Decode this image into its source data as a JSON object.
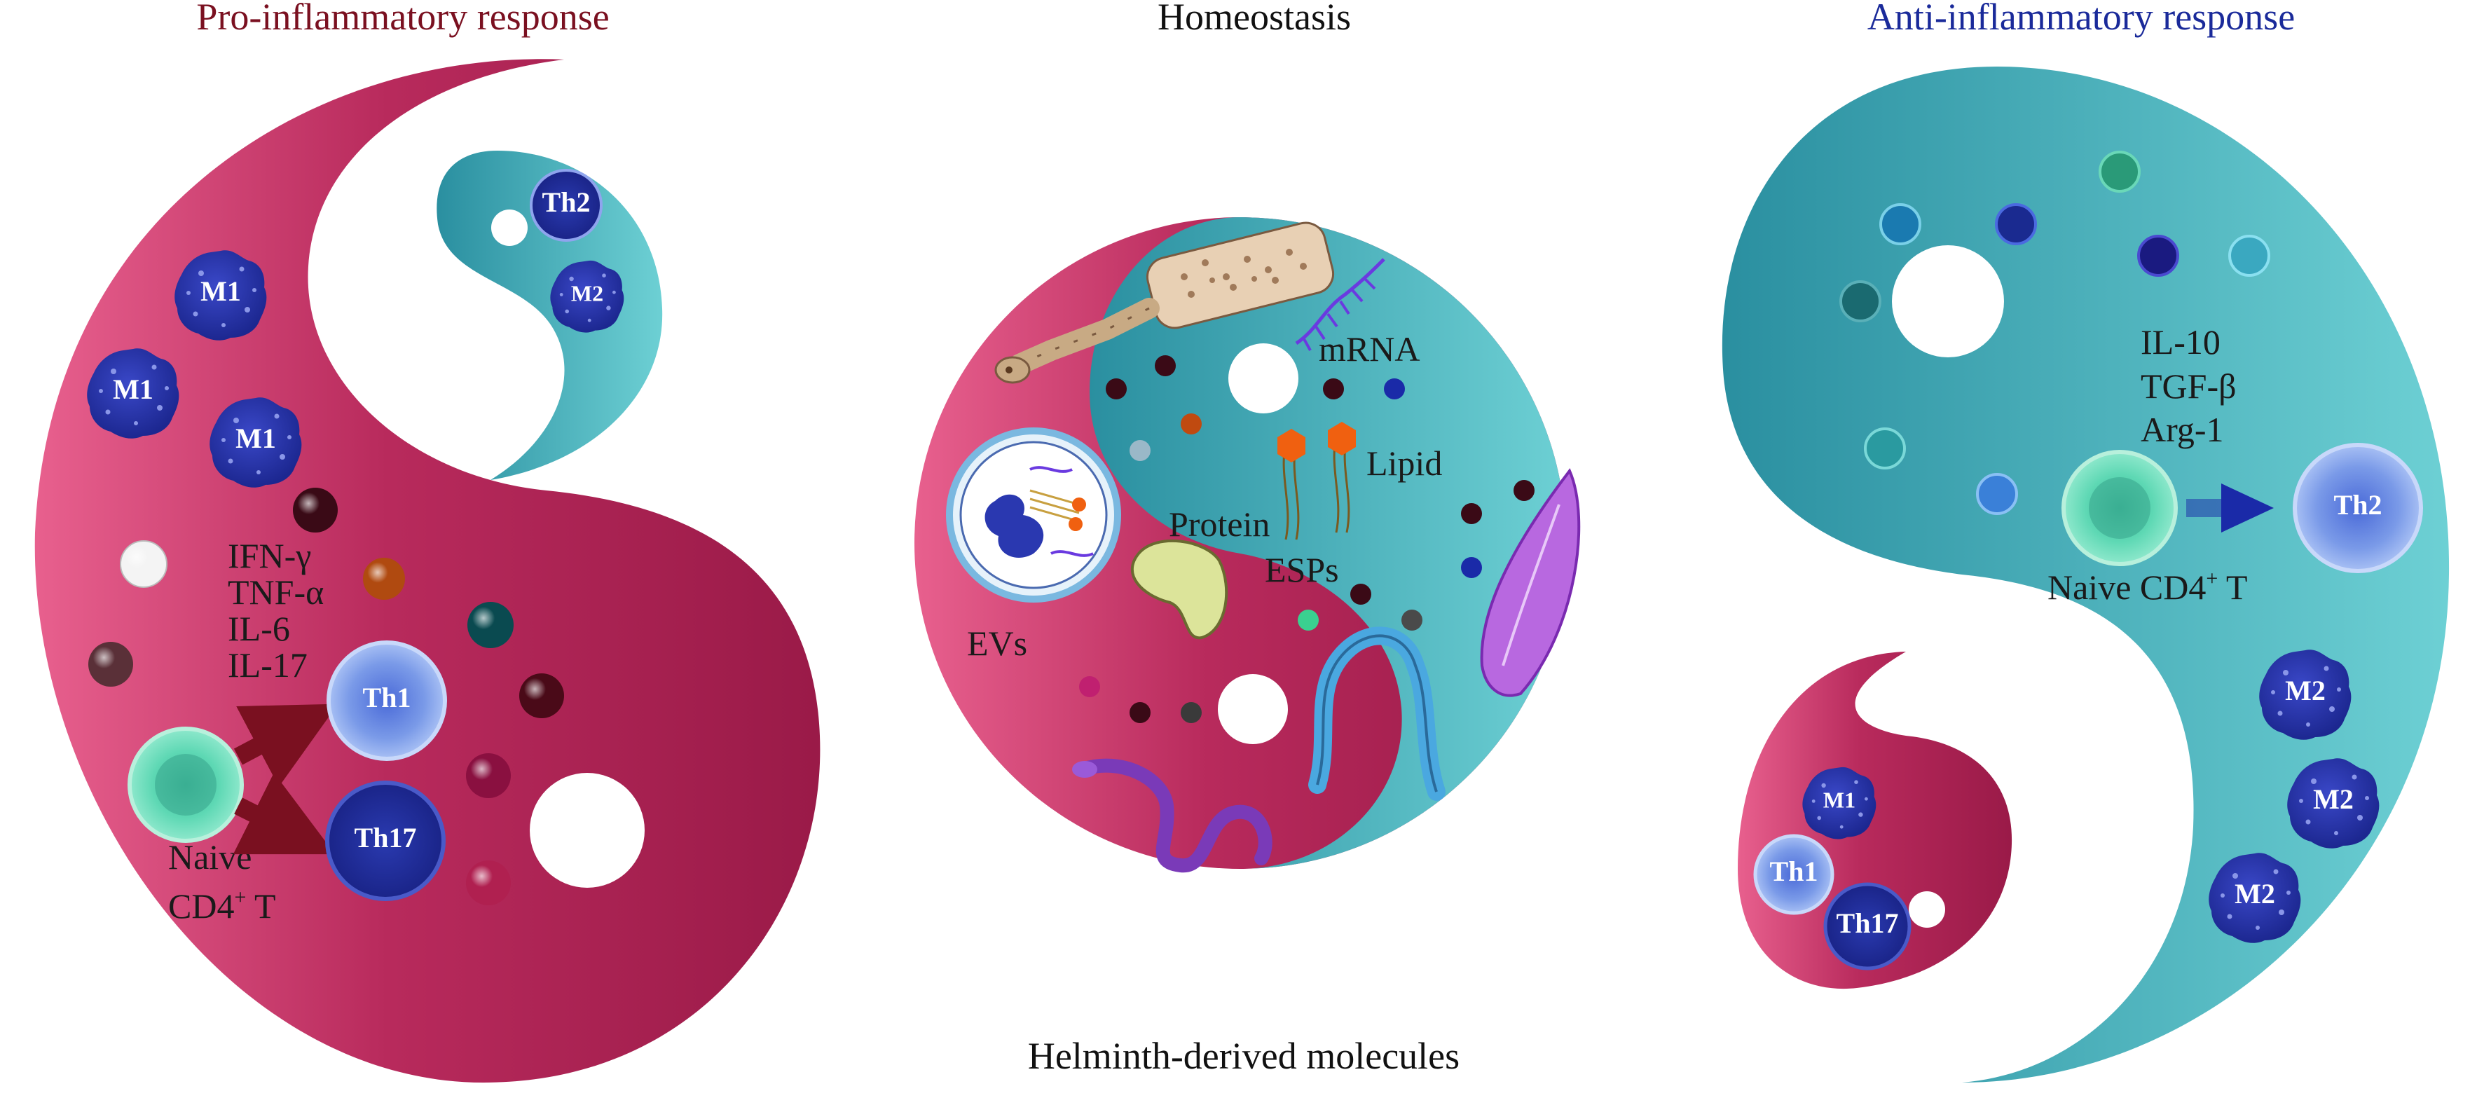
{
  "titles": {
    "pro": "Pro-inflammatory response",
    "homeostasis": "Homeostasis",
    "anti": "Anti-inflammatory response",
    "bottom": "Helminth-derived molecules"
  },
  "colors": {
    "pro_title": "#7a1020",
    "anti_title": "#1a2a9a",
    "magenta": "#b8285a",
    "teal": "#2e9fae",
    "cell_blue": "#2a3aa8"
  },
  "pro": {
    "cytokines": [
      "IFN-γ",
      "TNF-α",
      "IL-6",
      "IL-17"
    ],
    "naive_1": "Naive",
    "naive_2": "CD4",
    "naive_sup": "+",
    "naive_3": " T",
    "m1": "M1",
    "th1": "Th1",
    "th17": "Th17",
    "th2": "Th2",
    "m2": "M2"
  },
  "center": {
    "mrna": "mRNA",
    "lipid": "Lipid",
    "protein": "Protein",
    "esps": "ESPs",
    "evs": "EVs"
  },
  "anti": {
    "cytokines": [
      "IL-10",
      "TGF-β",
      "Arg-1"
    ],
    "naive_1": "Naive CD4",
    "naive_sup": "+",
    "naive_2": " T",
    "th2": "Th2",
    "m2": "M2",
    "m1": "M1",
    "th1": "Th1",
    "th17": "Th17"
  }
}
